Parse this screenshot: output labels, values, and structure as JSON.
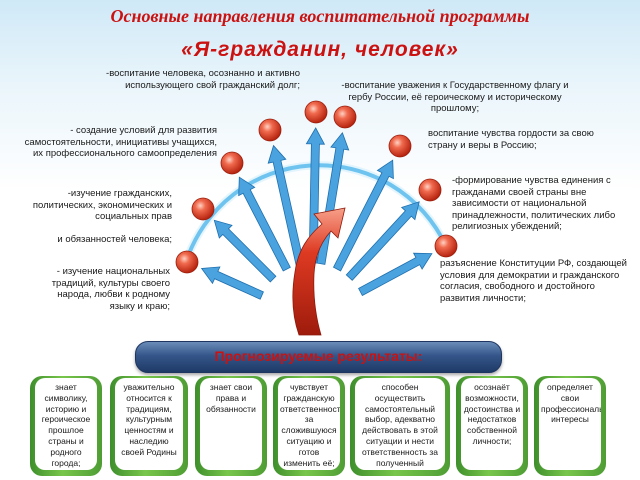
{
  "title": {
    "line1": "Основные направления воспитательной программы",
    "line2": "«Я-гражданин, человек»"
  },
  "directions_left": [
    "-воспитание человека, осознанно и активно использующего свой гражданский долг;",
    "- создание условий для развития самостоятельности, инициативы учащихся, их профессионального самоопределения",
    "-изучение гражданских, политических, экономических и социальных прав",
    "и обязанностей человека;",
    "- изучение национальных традиций, культуры своего народа, любви к родному языку и краю;"
  ],
  "directions_right": [
    "-воспитание уважения к Государственному флагу и гербу России, её героическому и историческому прошлому;",
    "воспитание чувства гордости за свою страну и веры в Россию;",
    "-формирование чувства единения с гражданами своей страны вне зависимости от национальной принадлежности, политических либо религиозных убеждений;",
    "разъяснение Конституции РФ, создающей условия для демократии и гражданского согласия, свободного и достойного развития личности;"
  ],
  "results_banner": "Прогнозируемые результаты:",
  "results": [
    "знает символику, историю и героическое прошлое страны и родного города;",
    "уважительно относится к традициям, культурным ценностям и наследию своей Родины",
    "знает свои права и обязанности",
    "чувствует гражданскую ответственность за сложившуюся ситуацию и готов изменить её;",
    "способен осуществить самостоятельный выбор, адекватно действовать в этой ситуации и нести ответственность за полученный результат;",
    "осознаёт возможности, достоинства и недостатков собственной личности;",
    "определяет свои профессиональные интересы"
  ]
}
